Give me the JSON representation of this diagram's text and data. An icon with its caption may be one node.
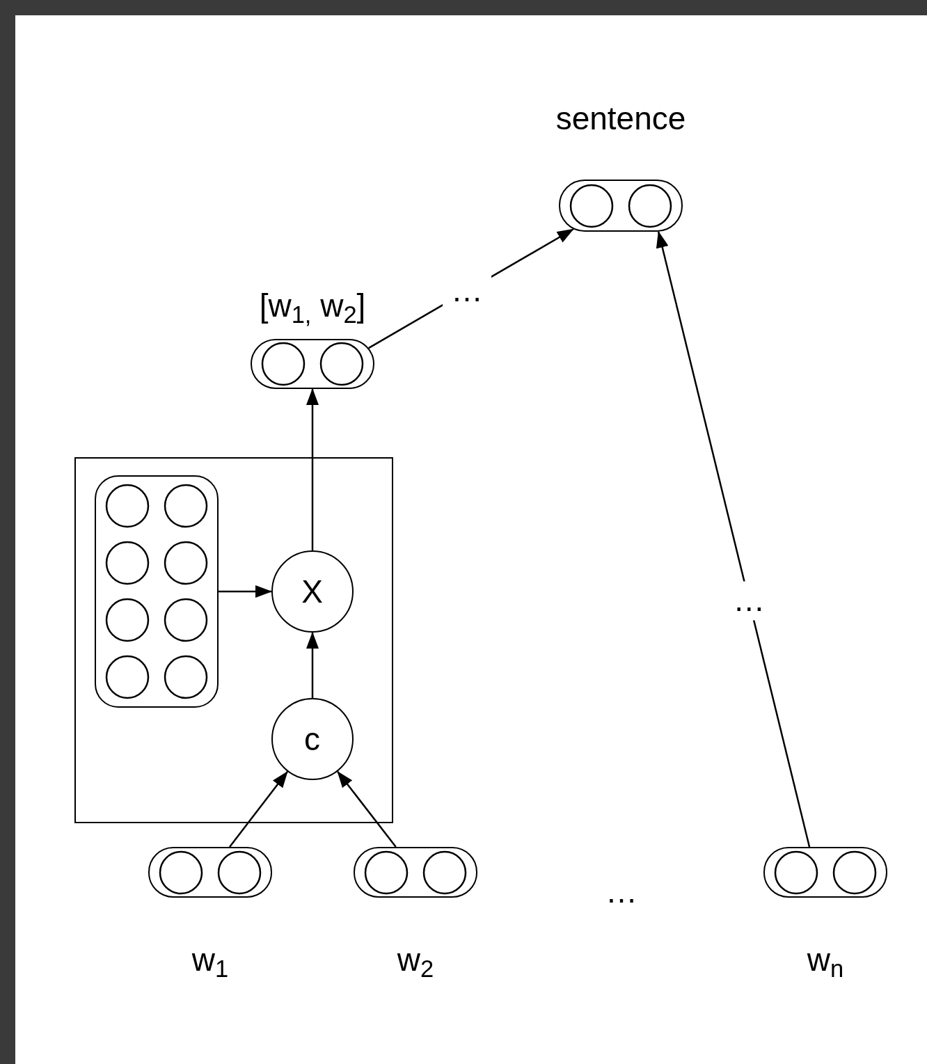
{
  "diagram": {
    "nodes": [
      {
        "text": [
          "sentence"
        ]
      },
      {
        "text": [
          "[w$_{1,}$ w$_{2}$]"
        ]
      },
      {
        "text": [],
        "shape": "box"
      },
      {
        "text": [],
        "shape": "box",
        "in": 2
      },
      {
        "text": [
          "X"
        ],
        "in": 2
      },
      {
        "text": [
          "c"
        ],
        "in": 2
      },
      {
        "text": [
          "w$_{1}$"
        ]
      },
      {
        "text": [
          "w$_{2}$"
        ]
      },
      {
        "text": [
          "w$_{n}$"
        ]
      }
    ],
    "edges": [
      {
        "from": 6,
        "to": 5,
        "arrow": "to"
      },
      {
        "from": 7,
        "to": 5,
        "arrow": "to"
      },
      {
        "from": 5,
        "to": 4,
        "arrow": "to"
      },
      {
        "from": 3,
        "to": 4,
        "arrow": "to"
      },
      {
        "from": 4,
        "to": 1,
        "arrow": "to"
      },
      {
        "from": 1,
        "to": 0,
        "arrow": "to",
        "label": "…"
      },
      {
        "from": 8,
        "to": 0,
        "arrow": "to",
        "label": "…"
      }
    ],
    "labels": [
      "…"
    ]
  }
}
